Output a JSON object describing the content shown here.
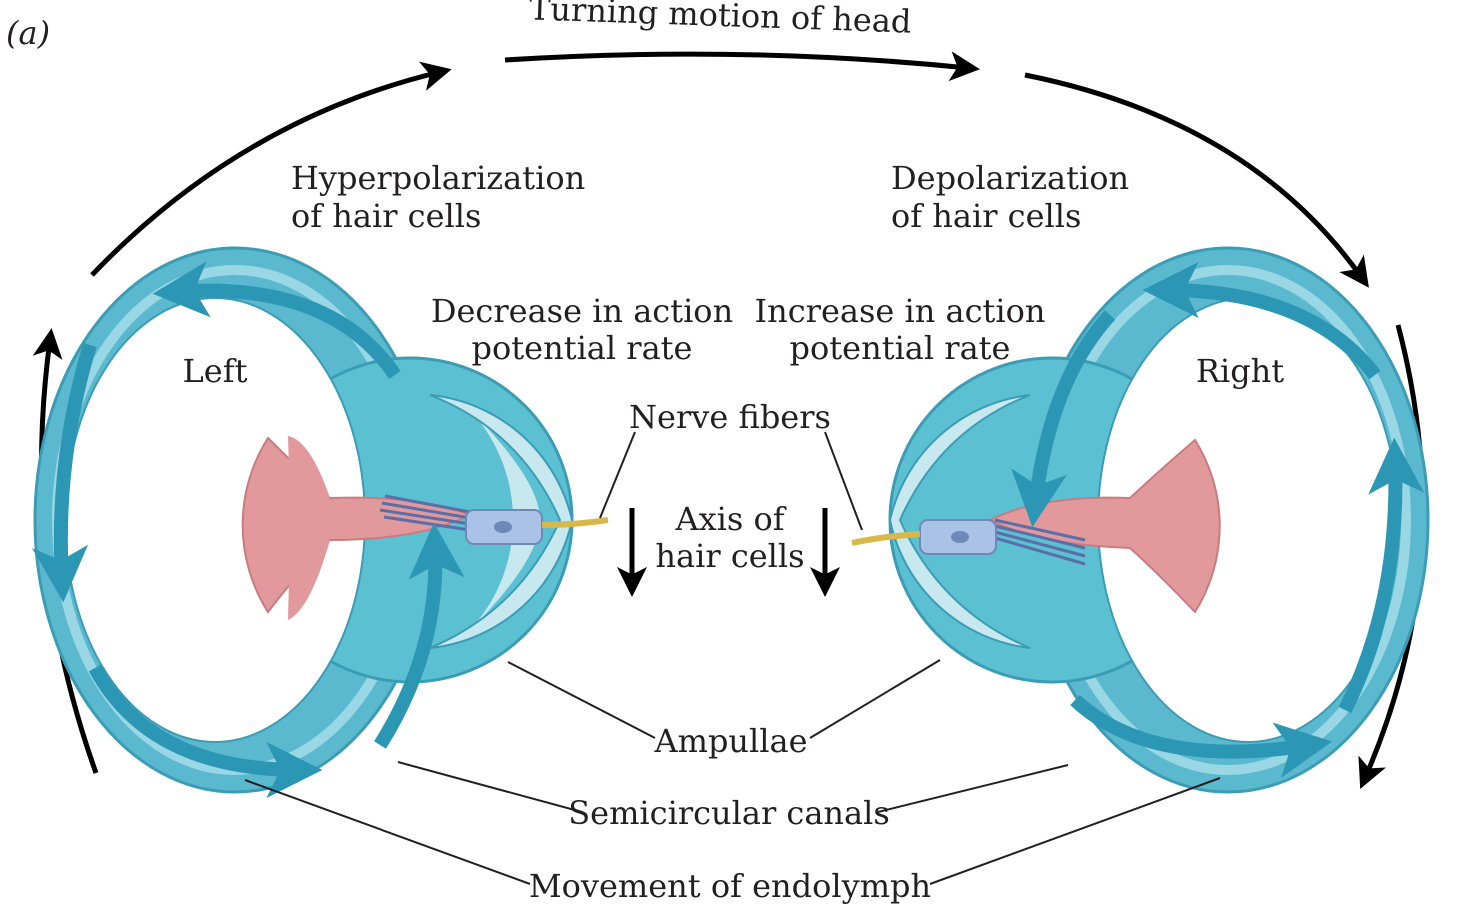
{
  "panel_label": "(a)",
  "top_label": "Turning motion of head",
  "left": {
    "side_label": "Left",
    "polarization_line1": "Hyperpolarization",
    "polarization_line2": "of hair cells",
    "rate_line1": "Decrease in action",
    "rate_line2": "potential rate"
  },
  "right": {
    "side_label": "Right",
    "polarization_line1": "Depolarization",
    "polarization_line2": "of hair cells",
    "rate_line1": "Increase in action",
    "rate_line2": "potential rate"
  },
  "center": {
    "nerve_fibers": "Nerve fibers",
    "axis_line1": "Axis of",
    "axis_line2": "hair cells",
    "ampullae": "Ampullae",
    "semicircular_canals": "Semicircular canals",
    "endolymph": "Movement of endolymph"
  },
  "colors": {
    "canal_outer": "#5bb9cf",
    "canal_light": "#a9dfea",
    "canal_dark": "#2b97b4",
    "ampulla_fill": "#5cc0d3",
    "ampulla_pale": "#c8e8ef",
    "cupula": "#e2999c",
    "hair_cell": "#a9c2e6",
    "nerve": "#d7b84a"
  }
}
